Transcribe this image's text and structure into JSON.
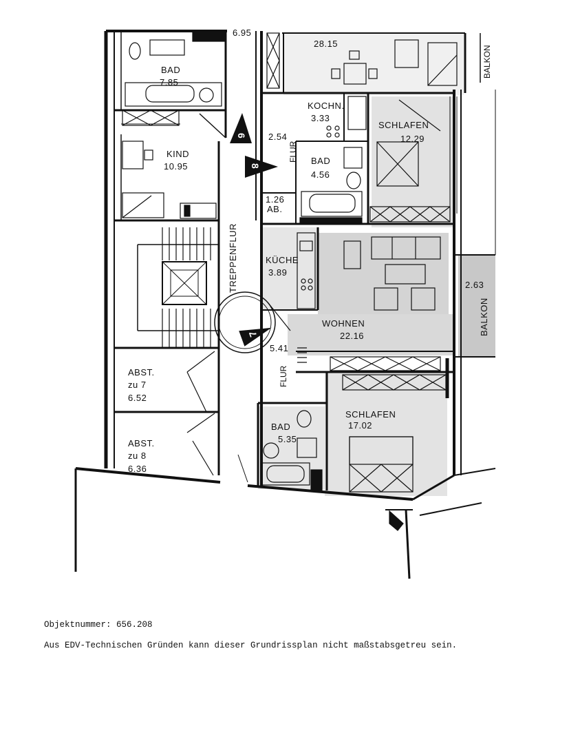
{
  "rooms": [
    {
      "key": "bad1",
      "name": "BAD",
      "area": "7.85"
    },
    {
      "key": "kind",
      "name": "KIND",
      "area": "10.95"
    },
    {
      "key": "abst7",
      "name": "ABST.",
      "sub": "zu 7",
      "area": "6.52"
    },
    {
      "key": "abst8",
      "name": "ABST.",
      "sub": "zu 8",
      "area": "6.36"
    },
    {
      "key": "top",
      "name": "",
      "area": "28.15"
    },
    {
      "key": "kochn",
      "name": "KOCHN.",
      "area": "3.33"
    },
    {
      "key": "schlafen1",
      "name": "SCHLAFEN",
      "area": "12.29"
    },
    {
      "key": "flur1",
      "name": "FLUR",
      "area": "2.54"
    },
    {
      "key": "bad2",
      "name": "BAD",
      "area": "4.56"
    },
    {
      "key": "ab",
      "name": "AB.",
      "area": "1.26"
    },
    {
      "key": "kueche",
      "name": "KÜCHE",
      "area": "3.89"
    },
    {
      "key": "wohnen",
      "name": "WOHNEN",
      "area": "22.16"
    },
    {
      "key": "flur2",
      "name": "FLUR",
      "area": "5.41"
    },
    {
      "key": "bad3",
      "name": "BAD",
      "area": "5.35"
    },
    {
      "key": "schlafen2",
      "name": "SCHLAFEN",
      "area": "17.02"
    },
    {
      "key": "balkon1",
      "name": "BALKON",
      "area": "2.63"
    }
  ],
  "labels": {
    "treppenflur": "TREPPENFLUR",
    "balkon_top": "BALKON",
    "top_dim": "6.95"
  },
  "markers": [
    "6",
    "8",
    "7"
  ],
  "footer": {
    "object_number": "Objektnummer: 656.208",
    "disclaimer": "Aus EDV-Technischen Gründen kann dieser Grundrissplan nicht maßstabsgetreu sein."
  }
}
